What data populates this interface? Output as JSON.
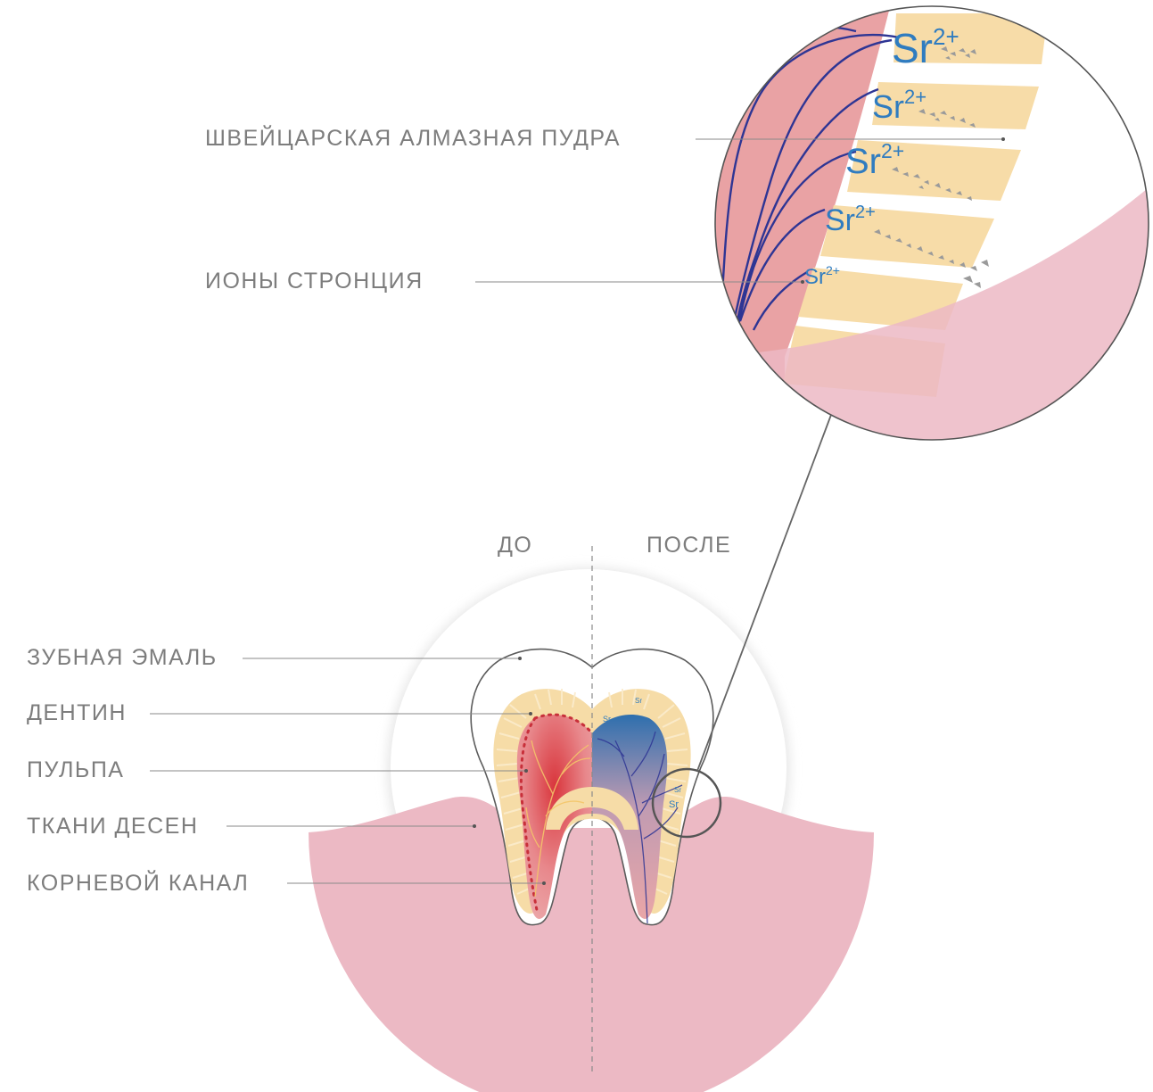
{
  "diagram": {
    "zoom_labels": {
      "diamond": "ШВЕЙЦАРСКАЯ АЛМАЗНАЯ ПУДРА",
      "strontium": "ИОНЫ СТРОНЦИЯ"
    },
    "compare": {
      "before": "ДО",
      "after": "ПОСЛЕ"
    },
    "parts": {
      "enamel": "ЗУБНАЯ ЭМАЛЬ",
      "dentin": "ДЕНТИН",
      "pulp": "ПУЛЬПА",
      "gums": "ТКАНИ ДЕСЕН",
      "root_canal": "КОРНЕВОЙ КАНАЛ"
    },
    "ion_base": "Sr",
    "ion_charge": "2+",
    "colors": {
      "gum": "#ecb9c4",
      "dentin": "#f6dca7",
      "pulp": "#e6a2a3",
      "nerve": "#2e3594",
      "ion": "#2f7cc0",
      "leader": "#8a8a8a"
    }
  }
}
